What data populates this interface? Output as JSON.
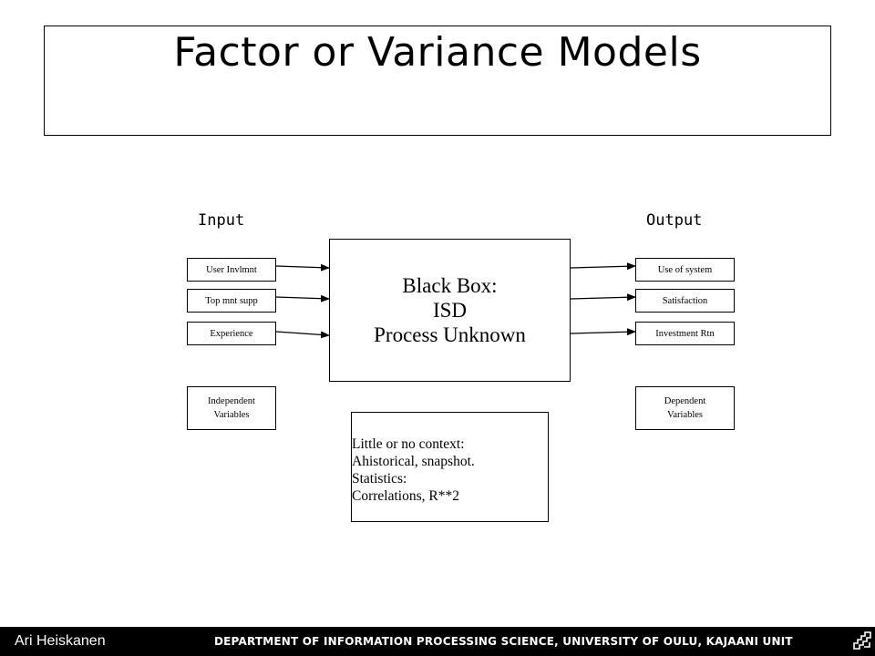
{
  "title": "Factor or Variance Models",
  "labels": {
    "input": "Input",
    "output": "Output"
  },
  "inputs": [
    "User Invlmnt",
    "Top mnt supp",
    "Experience"
  ],
  "independent": [
    "Independent",
    "Variables"
  ],
  "center": [
    "Black Box:",
    "ISD",
    "Process Unknown"
  ],
  "outputs": [
    "Use of system",
    "Satisfaction",
    "Investment Rtn"
  ],
  "dependent": [
    "Dependent",
    "Variables"
  ],
  "context": [
    "Little or no context:",
    "Ahistorical, snapshot.",
    "Statistics:",
    "Correlations, R**2"
  ],
  "footer": {
    "author": "Ari Heiskanen",
    "department": "DEPARTMENT OF INFORMATION PROCESSING SCIENCE, UNIVERSITY OF OULU, KAJAANI UNIT",
    "logo_icon": "university-logo-icon"
  }
}
